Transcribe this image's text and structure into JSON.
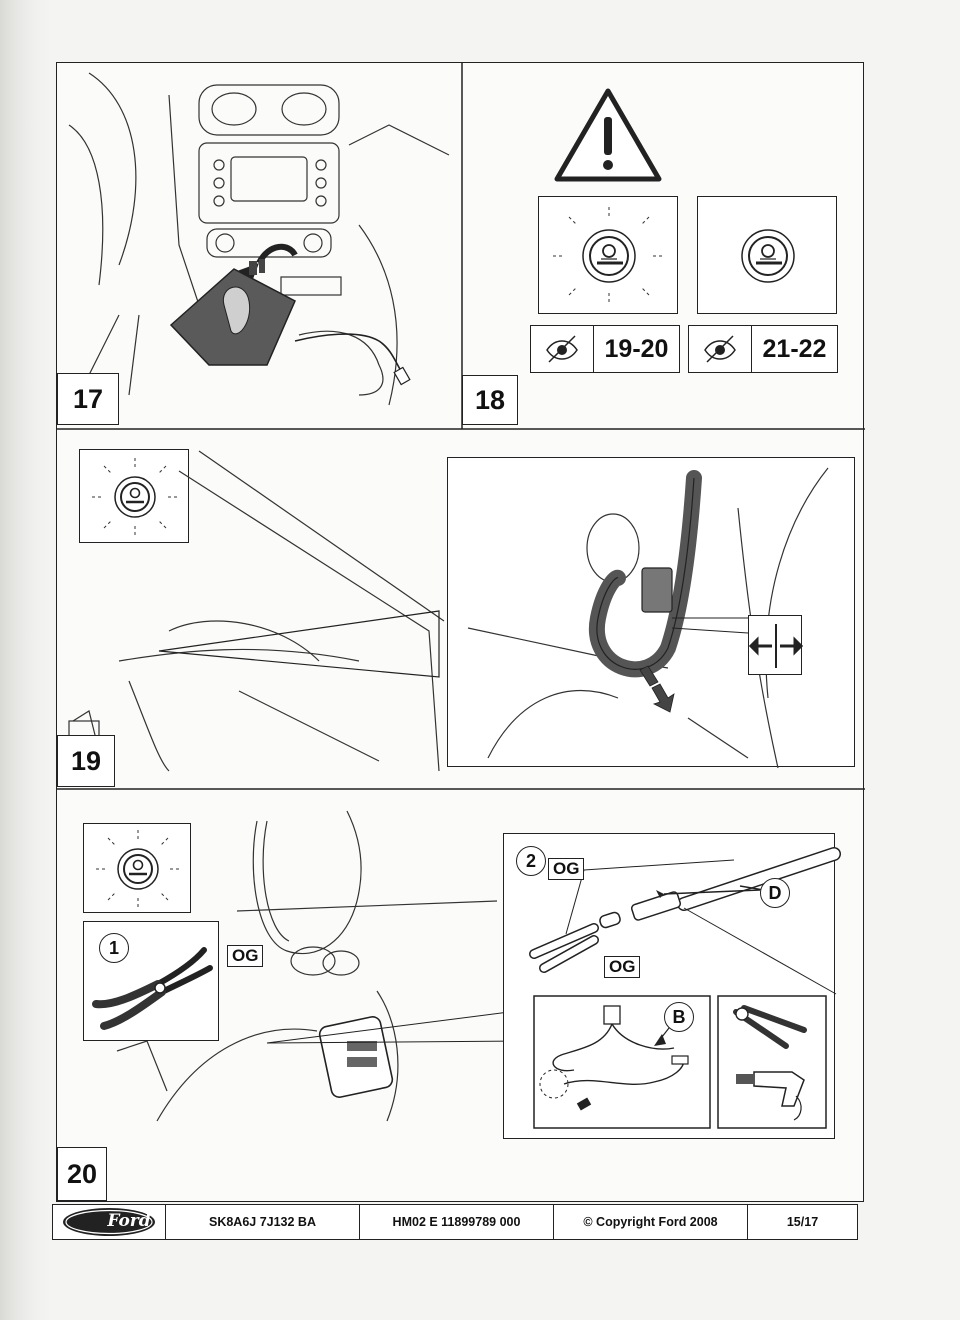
{
  "steps": {
    "s17": "17",
    "s18": "18",
    "s19": "19",
    "s20": "20"
  },
  "warning_refs": {
    "blinking_ref": "19-20",
    "steady_ref": "21-22"
  },
  "step20_labels": {
    "og_main": "OG",
    "og_top": "OG",
    "og_bottom": "OG",
    "callout_1": "1",
    "callout_2": "2",
    "callout_d": "D",
    "callout_b": "B"
  },
  "footer": {
    "brand": "Ford",
    "part_number": "SK8A6J 7J132 BA",
    "doc_number": "HM02 E 11899789 000",
    "copyright": "© Copyright Ford 2008",
    "page": "15/17"
  },
  "icons": {
    "warning": "warning-triangle-icon",
    "indicator": "trailer-indicator-lamp-icon",
    "eye": "inspect-eye-icon",
    "plug": "disconnect-arrows-icon"
  },
  "colors": {
    "line": "#222222",
    "paper": "#fbfbfa",
    "highlight": "#555555"
  }
}
